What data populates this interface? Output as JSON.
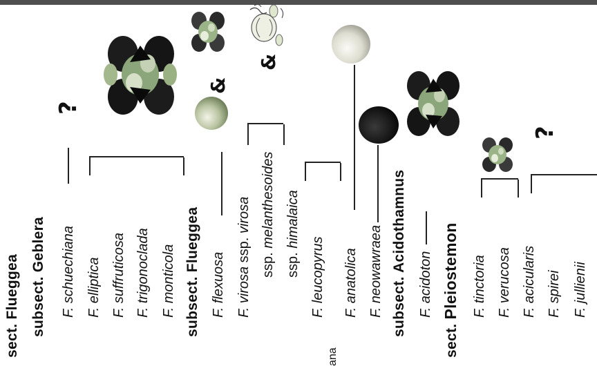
{
  "taxa": {
    "sect_flueggea": {
      "prefix": "sect.",
      "name": "Flueggea"
    },
    "subsect_geblera": "subsect. Geblera",
    "schuechiana": "F. schuechiana",
    "elliptica": "F. elliptica",
    "suffruticosa": "F. suffruticosa",
    "trigonoclada": "F. trigonoclada",
    "monticola": "F. monticola",
    "subsect_flueggea": "subsect. Flueggea",
    "flexuosa": "F. flexuosa",
    "virosa_virosa": {
      "a": "F. virosa",
      "b": " ssp. ",
      "c": "virosa"
    },
    "melanthesoides": {
      "a": "ssp. ",
      "b": "melanthesoides"
    },
    "himalaica": {
      "a": "ssp. ",
      "b": "himalaica"
    },
    "leucopyrus": "F. leucopyrus",
    "ana_fragment": "ana",
    "anatolica": "F. anatolica",
    "neowawraea": "F. neowawraea",
    "subsect_acidothamnus": "subsect. Acidothamnus",
    "acidoton": "F. acidoton",
    "sect_pleiostemon": {
      "prefix": "sect. ",
      "name": "Pleiostemon"
    },
    "tinctoria": "F. tinctoria",
    "verucosa": "F. verucosa",
    "acicularis": "F. acicularis",
    "spirei": "F. spirei",
    "jullienii": "F. jullienii"
  },
  "symbols": {
    "question_mark": "?",
    "ampersand": "&"
  },
  "icons": {
    "large_fruit_cluster": "large-fruit-cluster-icon",
    "small_fruit_cluster": "small-fruit-cluster-icon",
    "green_sphere": "green-sphere-icon",
    "light_sphere": "light-sphere-icon",
    "black_sphere": "black-sphere-icon",
    "pale_capsule_cluster": "pale-capsule-cluster-icon"
  },
  "colors": {
    "ink": "#111111",
    "top_band": "#4f4f4f",
    "dark_fruit": "#1a1a1a",
    "fruit_green": "#7d9a66",
    "fruit_light": "#d9d9c8"
  }
}
